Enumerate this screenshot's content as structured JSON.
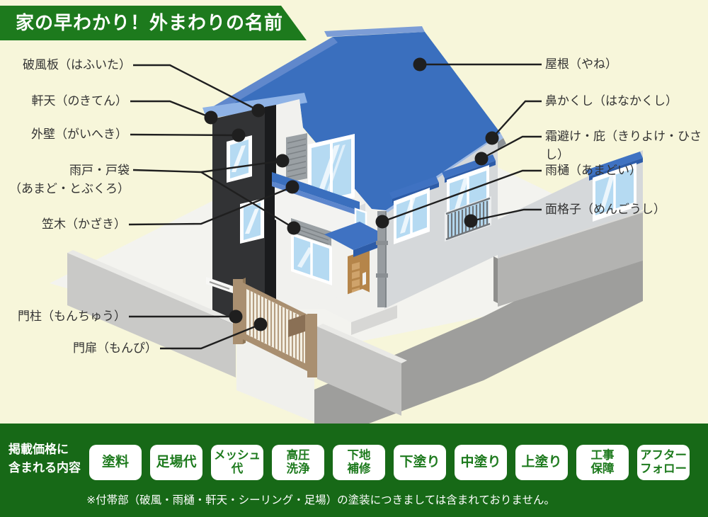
{
  "banner": {
    "title": "家の早わかり！外まわりの名前"
  },
  "callouts": {
    "hafuita": {
      "label": "破風板（はふいた）"
    },
    "nokiten": {
      "label": "軒天（のきてん）"
    },
    "gaiheki": {
      "label": "外壁（がいへき）"
    },
    "amado": {
      "label": "雨戸・戸袋\n（あまど・とぶくろ）"
    },
    "kasagi": {
      "label": "笠木（かざき）"
    },
    "monchu": {
      "label": "門柱（もんちゅう）"
    },
    "monpi": {
      "label": "門扉（もんぴ）"
    },
    "yane": {
      "label": "屋根（やね）"
    },
    "hanakakushi": {
      "label": "鼻かくし（はなかくし）"
    },
    "kiriyoke": {
      "label": "霜避け・庇（きりよけ・ひさし）"
    },
    "amadoi": {
      "label": "雨樋（あまどい）"
    },
    "mengoshi": {
      "label": "面格子（めんごうし）"
    }
  },
  "footer": {
    "heading": "掲載価格に\n含まれる内容",
    "badges": [
      "塗料",
      "足場代",
      "メッシュ\n代",
      "高圧\n洗浄",
      "下地\n補修",
      "下塗り",
      "中塗り",
      "上塗り",
      "工事\n保障",
      "アフター\nフォロー"
    ],
    "note": "※付帯部（破風・雨樋・軒天・シーリング・足場）の塗装につきましては含まれておりません。"
  },
  "colors": {
    "banner_green": "#1d7a1d",
    "footer_green": "#176917",
    "badge_text_green": "#1d7a1d",
    "background_cream": "#f7f6da",
    "roof_blue": "#3a6fbe",
    "roof_light_blue": "#8fb3e6",
    "wall_black": "#323335",
    "wall_white": "#f1f1ee",
    "wall_side_gray": "#d5d8da",
    "window_glass_blue": "#b5daf2",
    "door_brown": "#b5854a",
    "gate_tan": "#a98f70"
  }
}
